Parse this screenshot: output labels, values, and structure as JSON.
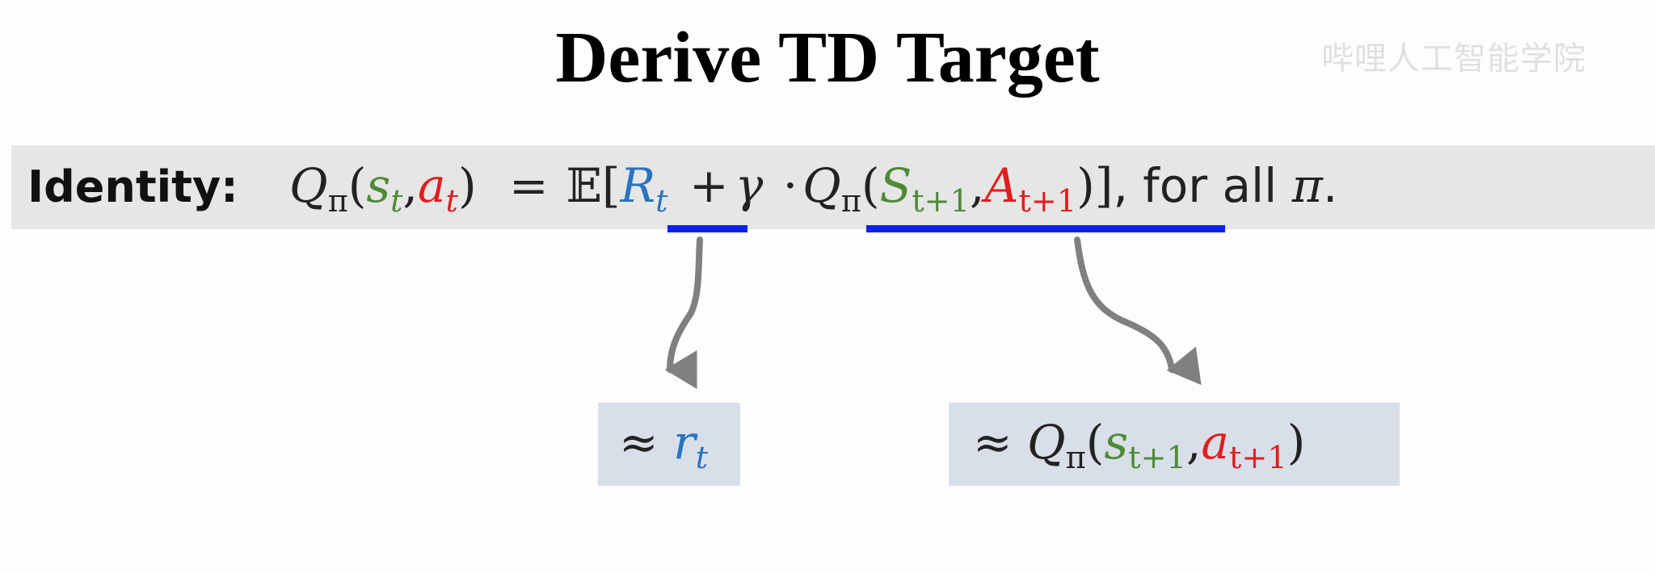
{
  "slide": {
    "title": "Derive TD Target",
    "watermark": "哔哩人工智能学院"
  },
  "identity": {
    "label": "Identity:",
    "Q": "Q",
    "pi": "π",
    "open_paren": "(",
    "s": "s",
    "comma": ",",
    "a": "a",
    "sub_t": "t",
    "close_paren": ")",
    "equals": "=",
    "expect": "𝔼",
    "open_bracket": "[",
    "R": "R",
    "plus": "+",
    "gamma": "γ",
    "dot": "·",
    "S": "S",
    "A": "A",
    "sub_t1": "t+1",
    "close_bracket": "]",
    "tail": ", for all ",
    "period": "."
  },
  "box_left": {
    "approx": "≈",
    "r": "r",
    "sub": "t"
  },
  "box_right": {
    "approx": "≈",
    "Q": "Q",
    "pi": "π",
    "open_paren": "(",
    "s": "s",
    "sub": "t+1",
    "comma": ",",
    "a": "a",
    "close_paren": ")"
  },
  "colors": {
    "state": "#4d8a36",
    "action": "#e11d1d",
    "reward": "#2874bf",
    "underline": "#0d22e6",
    "arrow": "#808080",
    "box_bg": "#d9dfe9",
    "band_bg": "#e6e6e6"
  }
}
